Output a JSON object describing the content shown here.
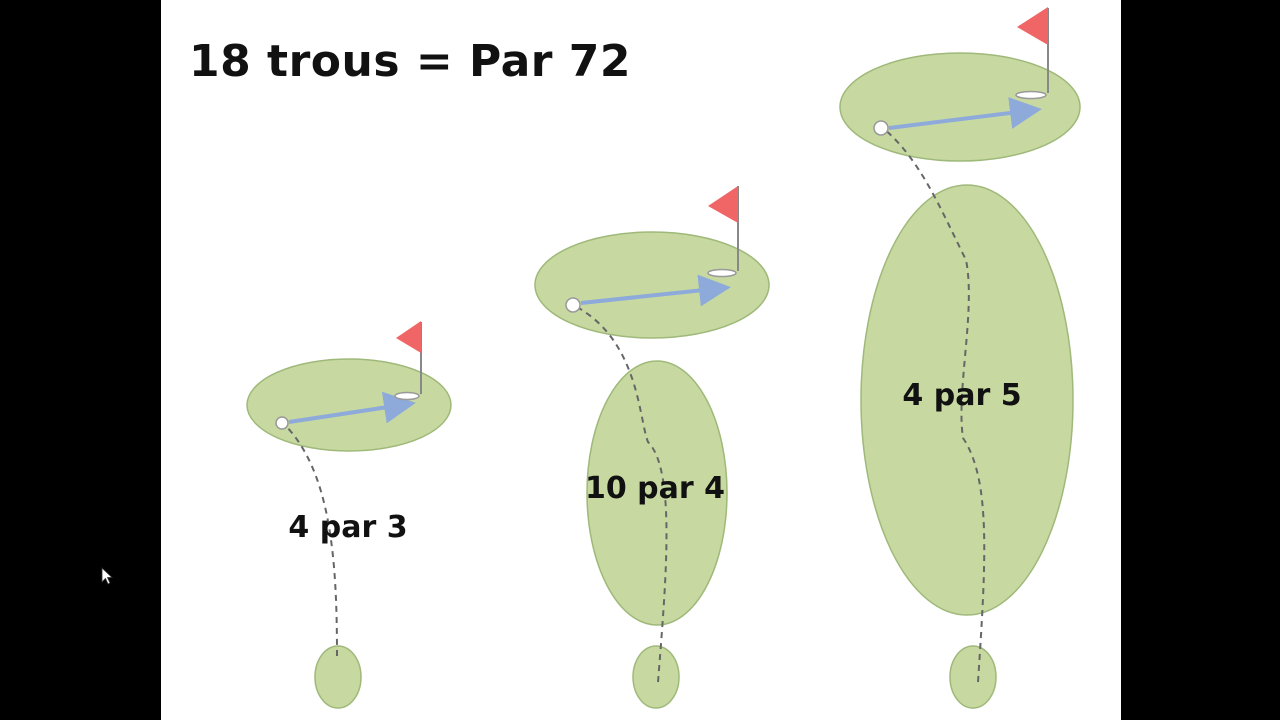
{
  "slide": {
    "title": "18 trous = Par 72"
  },
  "holes": [
    {
      "label": "4 par 3",
      "par": 3,
      "count": 4
    },
    {
      "label": "10 par 4",
      "par": 4,
      "count": 10
    },
    {
      "label": "4 par 5",
      "par": 5,
      "count": 4
    }
  ],
  "colors": {
    "grass": "#c7d9a0",
    "grass_stroke": "#9fb97a",
    "flag": "#f06666",
    "putt_arrow": "#8eaadb",
    "shot_path": "#666666",
    "background": "#000000",
    "slide": "#ffffff"
  },
  "icons": {
    "flag": "flag-icon",
    "ball": "ball-icon",
    "cursor": "mouse-cursor-icon"
  }
}
